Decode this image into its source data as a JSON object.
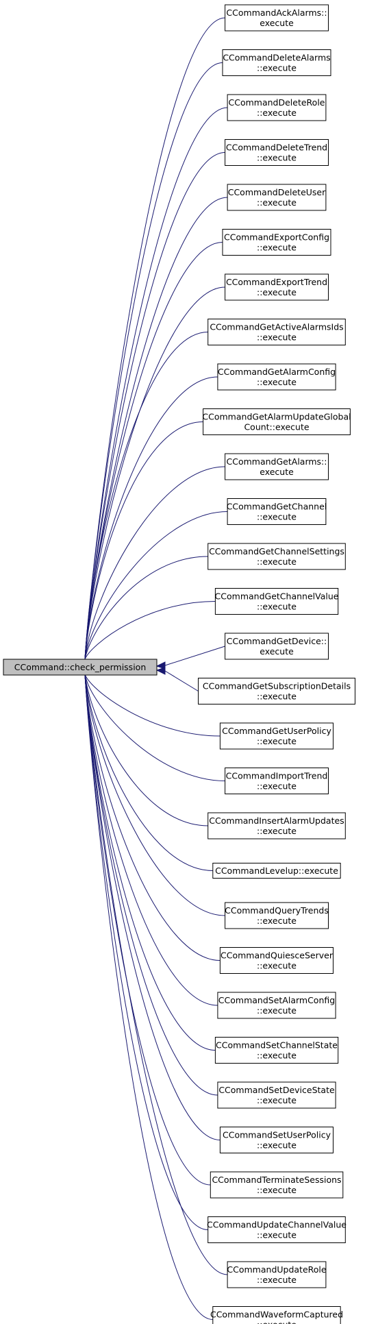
{
  "root": {
    "label": "CCommand::check_permission",
    "fill": "#bfbfbf"
  },
  "edge_color": "#191970",
  "callers": [
    {
      "line1": "CCommandAckAlarms::",
      "line2": "execute"
    },
    {
      "line1": "CCommandDeleteAlarms",
      "line2": "::execute"
    },
    {
      "line1": "CCommandDeleteRole",
      "line2": "::execute"
    },
    {
      "line1": "CCommandDeleteTrend",
      "line2": "::execute"
    },
    {
      "line1": "CCommandDeleteUser",
      "line2": "::execute"
    },
    {
      "line1": "CCommandExportConfig",
      "line2": "::execute"
    },
    {
      "line1": "CCommandExportTrend",
      "line2": "::execute"
    },
    {
      "line1": "CCommandGetActiveAlarmsIds",
      "line2": "::execute"
    },
    {
      "line1": "CCommandGetAlarmConfig",
      "line2": "::execute"
    },
    {
      "line1": "CCommandGetAlarmUpdateGlobal",
      "line2": "Count::execute"
    },
    {
      "line1": "CCommandGetAlarms::",
      "line2": "execute"
    },
    {
      "line1": "CCommandGetChannel",
      "line2": "::execute"
    },
    {
      "line1": "CCommandGetChannelSettings",
      "line2": "::execute"
    },
    {
      "line1": "CCommandGetChannelValue",
      "line2": "::execute"
    },
    {
      "line1": "CCommandGetDevice::",
      "line2": "execute"
    },
    {
      "line1": "CCommandGetSubscriptionDetails",
      "line2": "::execute"
    },
    {
      "line1": "CCommandGetUserPolicy",
      "line2": "::execute"
    },
    {
      "line1": "CCommandImportTrend",
      "line2": "::execute"
    },
    {
      "line1": "CCommandInsertAlarmUpdates",
      "line2": "::execute"
    },
    {
      "line1": "CCommandLevelup::execute",
      "line2": ""
    },
    {
      "line1": "CCommandQueryTrends",
      "line2": "::execute"
    },
    {
      "line1": "CCommandQuiesceServer",
      "line2": "::execute"
    },
    {
      "line1": "CCommandSetAlarmConfig",
      "line2": "::execute"
    },
    {
      "line1": "CCommandSetChannelState",
      "line2": "::execute"
    },
    {
      "line1": "CCommandSetDeviceState",
      "line2": "::execute"
    },
    {
      "line1": "CCommandSetUserPolicy",
      "line2": "::execute"
    },
    {
      "line1": "CCommandTerminateSessions",
      "line2": "::execute"
    },
    {
      "line1": "CCommandUpdateChannelValue",
      "line2": "::execute"
    },
    {
      "line1": "CCommandUpdateRole",
      "line2": "::execute"
    },
    {
      "line1": "CCommandWaveformCaptured",
      "line2": "::execute"
    }
  ]
}
